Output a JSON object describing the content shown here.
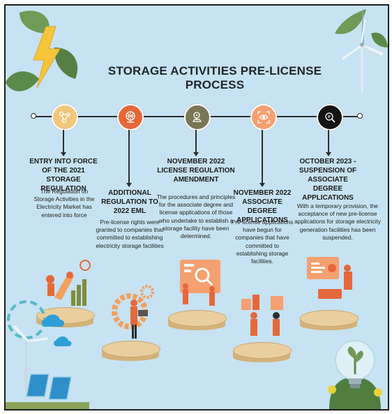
{
  "title": "STORAGE ACTIVITIES PRE-LICENSE PROCESS",
  "colors": {
    "background": "#c7e2f2",
    "step1": "#f1c77d",
    "step2": "#e5683b",
    "step3": "#7a7656",
    "step4": "#f5a070",
    "step5": "#141414",
    "pedestal": "#e9cf9d"
  },
  "steps": [
    {
      "heading": "ENTRY INTO FORCE OF THE 2021 STORAGE REGULATION",
      "body": "The Regulation on Storage Activities in the Electricity Market has entered into force",
      "icon": "network-nodes-icon"
    },
    {
      "heading": "ADDITIONAL REGULATION TO 2022 EML",
      "body": "Pre-license rights were granted to companies that committed to establishing electricity storage facilities",
      "icon": "globe-network-icon"
    },
    {
      "heading": "NOVEMBER 2022 LICENSE REGULATION AMENDMENT",
      "body": "The procedures and principles for the associate degree and license applications of those who undertake to establish a storage facility have been determined.",
      "icon": "location-search-icon"
    },
    {
      "heading": "NOVEMBER 2022 ASSOCIATE DEGREE APPLICATIONS",
      "body": "Pre-license applications have begun for companies that have committed to establishing storage facilities.",
      "icon": "focus-eye-icon"
    },
    {
      "heading": "OCTOBER 2023 - SUSPENSION OF ASSOCIATE DEGREE APPLICATIONS",
      "body": "With a temporary provision, the acceptance of new pre-license applications for storage electricity generation facilities has been suspended.",
      "icon": "magnifier-document-icon"
    }
  ]
}
